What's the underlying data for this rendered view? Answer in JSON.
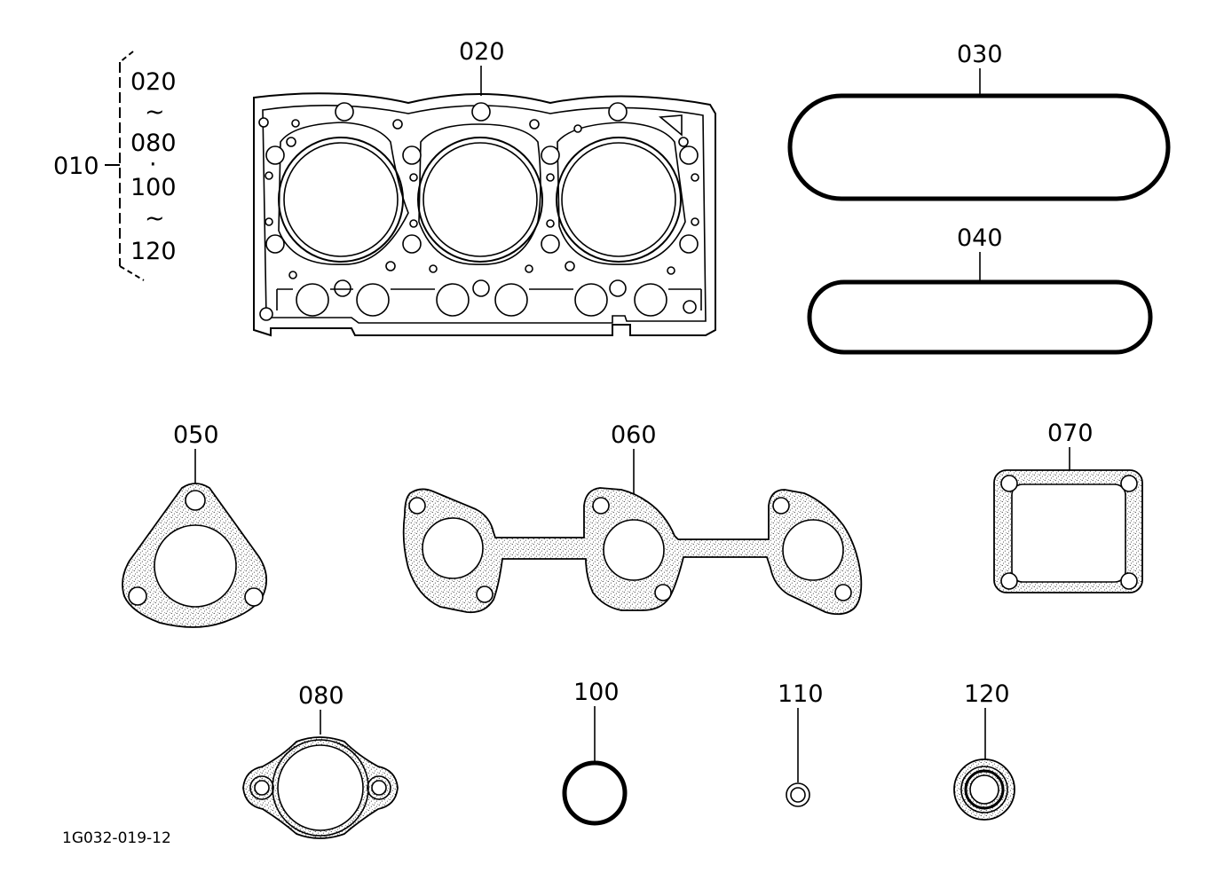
{
  "group": {
    "label": "010",
    "range": [
      "020",
      "~",
      "080",
      "·",
      "100",
      "~",
      "120"
    ]
  },
  "parts": [
    {
      "label": "020",
      "shape": "cylinder-head-gasket"
    },
    {
      "label": "030",
      "shape": "oval-seal-large"
    },
    {
      "label": "040",
      "shape": "oval-seal-small"
    },
    {
      "label": "050",
      "shape": "triangular-flange-gasket"
    },
    {
      "label": "060",
      "shape": "exhaust-manifold-gasket"
    },
    {
      "label": "070",
      "shape": "square-cover-gasket"
    },
    {
      "label": "080",
      "shape": "two-bolt-flange-gasket"
    },
    {
      "label": "100",
      "shape": "o-ring"
    },
    {
      "label": "110",
      "shape": "small-washer"
    },
    {
      "label": "120",
      "shape": "oil-seal"
    }
  ],
  "drawing_code": "1G032-019-12",
  "colors": {
    "line": "#000000",
    "background": "#ffffff"
  }
}
